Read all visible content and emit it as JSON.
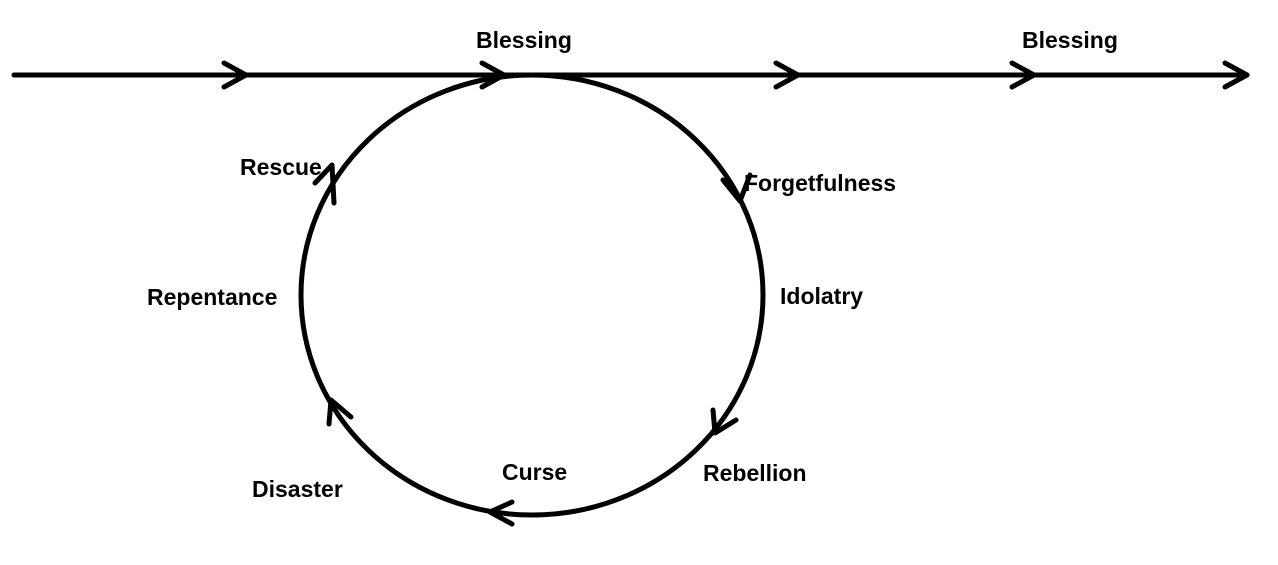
{
  "colors": {
    "stroke": "#000000",
    "background": "#ffffff"
  },
  "timeline": {
    "label_first": "Blessing",
    "label_second": "Blessing"
  },
  "cycle": {
    "stages": {
      "forgetfulness": "Forgetfulness",
      "idolatry": "Idolatry",
      "rebellion": "Rebellion",
      "curse": "Curse",
      "disaster": "Disaster",
      "repentance": "Repentance",
      "rescue": "Rescue"
    }
  }
}
